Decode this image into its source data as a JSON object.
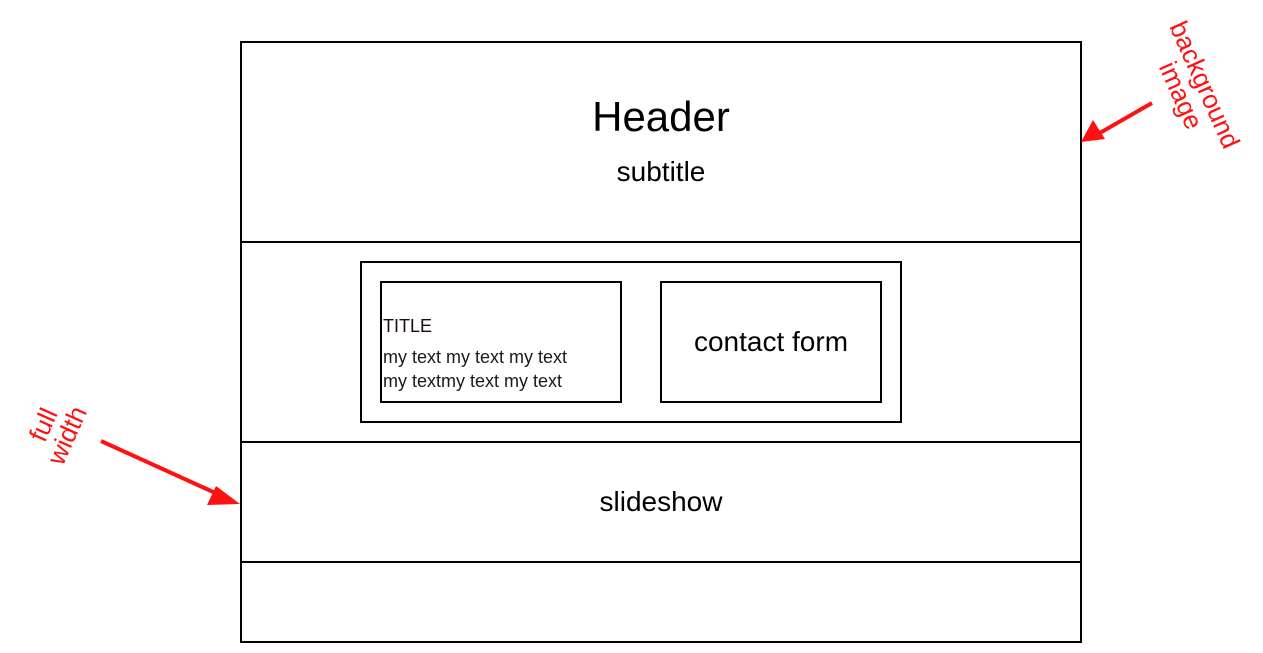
{
  "header": {
    "title": "Header",
    "subtitle": "subtitle"
  },
  "content": {
    "text_box": {
      "title": "TITLE",
      "lines": [
        "my text my text my text",
        "my textmy text my text"
      ]
    },
    "form_box": {
      "label": "contact form"
    }
  },
  "slideshow": {
    "label": "slideshow"
  },
  "annotations": {
    "background_image": {
      "lines": [
        "background",
        "image"
      ],
      "color": "#ff1111"
    },
    "full_width": {
      "lines": [
        "full",
        "width"
      ],
      "color": "#ff1111"
    }
  }
}
